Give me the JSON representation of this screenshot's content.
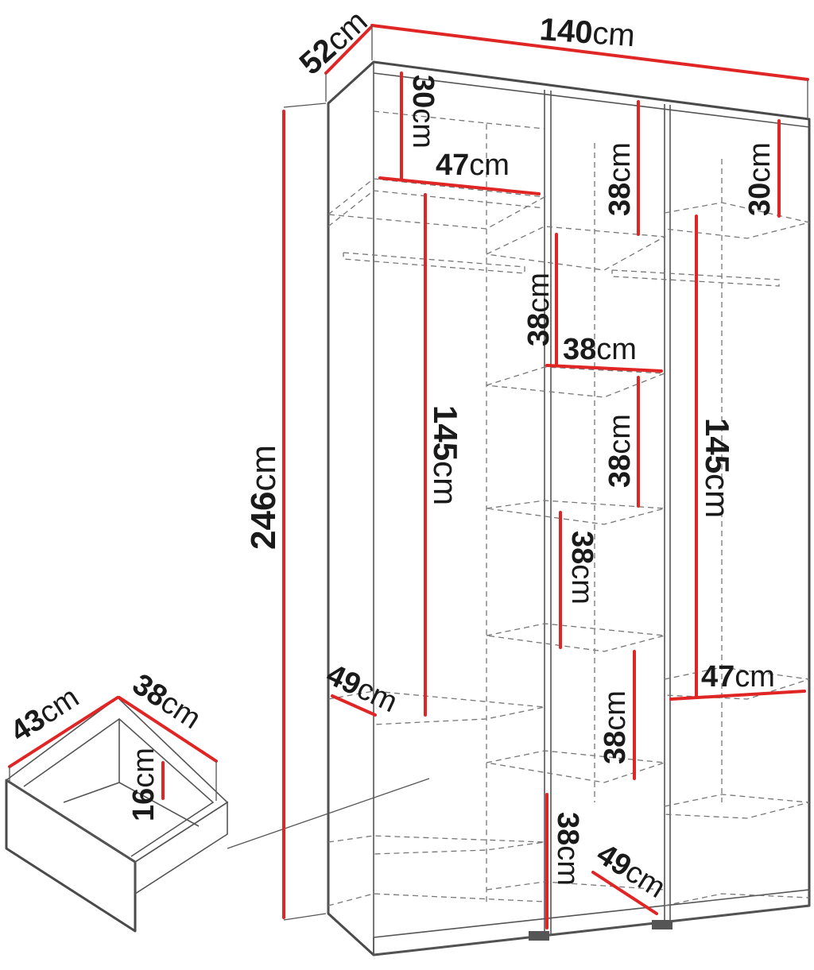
{
  "colors": {
    "dimension": "#e02525",
    "outline": "#4a4a4a",
    "hidden": "#777777",
    "text": "#1a1a1a"
  },
  "dimensions": {
    "width": {
      "value": "140",
      "unit": "cm"
    },
    "depth": {
      "value": "52",
      "unit": "cm"
    },
    "height": {
      "value": "246",
      "unit": "cm"
    },
    "left_top_shelf": {
      "value": "30",
      "unit": "cm"
    },
    "left_shelf_width": {
      "value": "47",
      "unit": "cm"
    },
    "left_hanging": {
      "value": "145",
      "unit": "cm"
    },
    "left_depth": {
      "value": "49",
      "unit": "cm"
    },
    "mid_shelf_1": {
      "value": "38",
      "unit": "cm"
    },
    "mid_shelf_2": {
      "value": "38",
      "unit": "cm"
    },
    "mid_shelf_width": {
      "value": "38",
      "unit": "cm"
    },
    "mid_shelf_3": {
      "value": "38",
      "unit": "cm"
    },
    "mid_shelf_4": {
      "value": "38",
      "unit": "cm"
    },
    "mid_shelf_5": {
      "value": "38",
      "unit": "cm"
    },
    "mid_shelf_6": {
      "value": "38",
      "unit": "cm"
    },
    "mid_depth": {
      "value": "49",
      "unit": "cm"
    },
    "right_top_shelf": {
      "value": "30",
      "unit": "cm"
    },
    "right_hanging": {
      "value": "145",
      "unit": "cm"
    },
    "right_shelf_width": {
      "value": "47",
      "unit": "cm"
    }
  },
  "drawer": {
    "width": {
      "value": "43",
      "unit": "cm"
    },
    "depth": {
      "value": "38",
      "unit": "cm"
    },
    "height": {
      "value": "16",
      "unit": "cm"
    }
  }
}
